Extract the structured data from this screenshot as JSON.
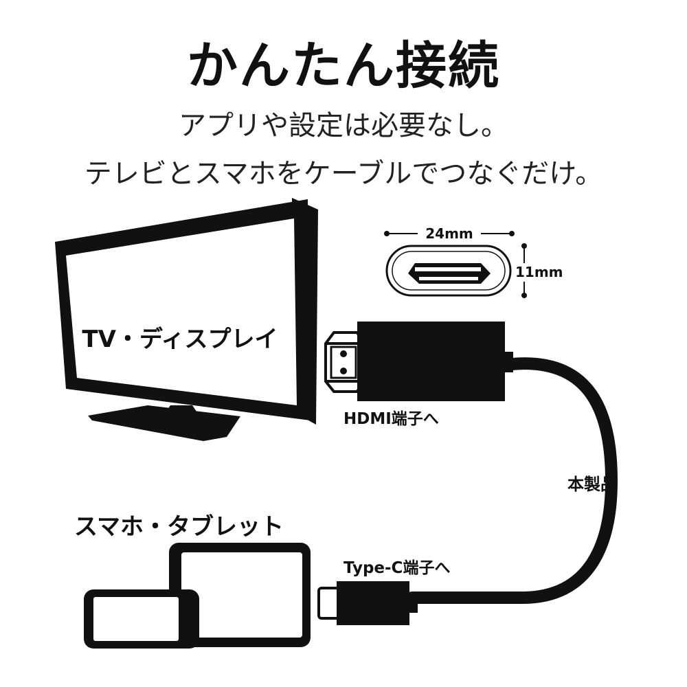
{
  "header": {
    "title": "かんたん接続",
    "subtitle_line1": "アプリや設定は必要なし。",
    "subtitle_line2": "テレビとスマホをケーブルでつなぐだけ。"
  },
  "tv": {
    "label": "TV・ディスプレイ"
  },
  "devices": {
    "label": "スマホ・タブレット"
  },
  "hdmi": {
    "label": "HDMI端子へ"
  },
  "typec": {
    "label": "Type-C端子へ"
  },
  "cable": {
    "label": "本製品"
  },
  "dimensions": {
    "width": "24mm",
    "height": "11mm"
  }
}
